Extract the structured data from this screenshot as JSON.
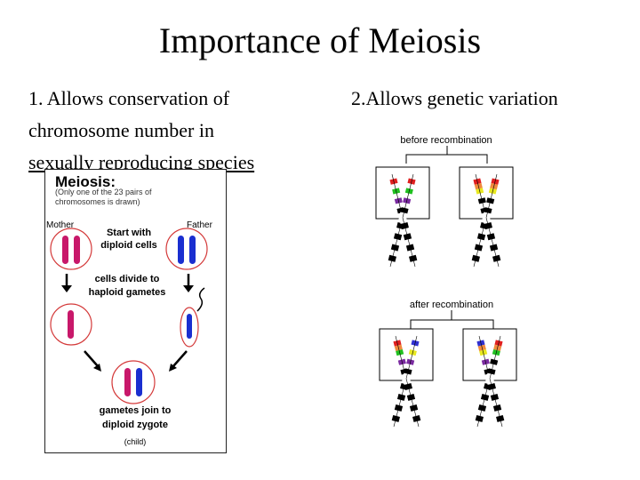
{
  "slide": {
    "title": "Importance of Meiosis",
    "point1": {
      "lines": [
        "1. Allows conservation of",
        "chromosome number in",
        " sexually reproducing species"
      ]
    },
    "point2": "2.Allows genetic variation"
  },
  "meiosis_figure": {
    "heading": "Meiosis:",
    "subnote_line1": "(Only one of the 23 pairs of",
    "subnote_line2": "chromosomes is drawn)",
    "mother_label": "Mother",
    "father_label": "Father",
    "step1_line1": "Start with",
    "step1_line2": "diploid cells",
    "step2_line1": "cells divide to",
    "step2_line2": "haploid gametes",
    "step3_line1": "gametes join to",
    "step3_line2": "diploid zygote",
    "child_label": "(child)",
    "colors": {
      "mother_chromosome": "#c8186a",
      "father_chromosome": "#1a2fd0",
      "cell_outline": "#d43a3a"
    }
  },
  "recombination_figure": {
    "before_label": "before recombination",
    "after_label": "after recombination",
    "band_colors": {
      "red": "#e02020",
      "orange": "#f08a3c",
      "yellow": "#e8e820",
      "green": "#20c020",
      "purple": "#7a2aa0",
      "blue": "#3030d0",
      "black": "#000000"
    }
  }
}
